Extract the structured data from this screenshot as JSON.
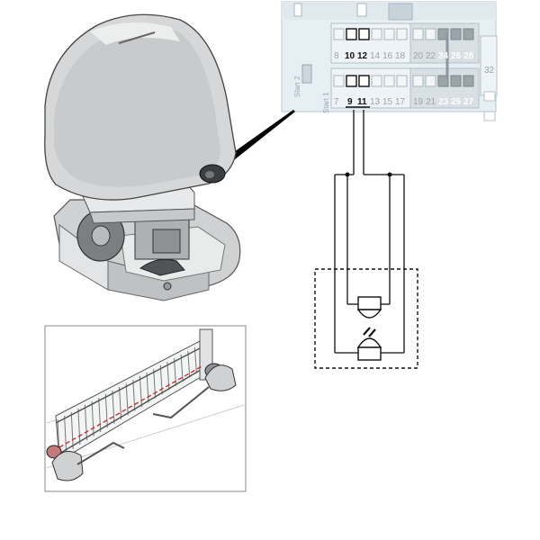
{
  "terminal_board": {
    "upper_row": [
      "8",
      "10",
      "12",
      "14",
      "16",
      "18",
      "20",
      "22",
      "24",
      "26",
      "28"
    ],
    "lower_row": [
      "7",
      "9",
      "11",
      "13",
      "15",
      "17",
      "19",
      "21",
      "23",
      "25",
      "27"
    ],
    "side_labels": [
      "Start 2",
      "Start 1"
    ],
    "right_fragment": "32",
    "highlighted_terminals": [
      "9",
      "11"
    ]
  },
  "colors": {
    "board_fill": "#e4eef3",
    "terminal_fill": "#f3f6f7",
    "highlight_terminal": "#ffffff",
    "dark_terminal": "#9aa4a9",
    "motor_body": "#d4d6d8",
    "wire": "#111111",
    "beam": "#cc2222",
    "dashed_box": "#111111"
  },
  "components": {
    "motor_unit": "gate-operator-motor",
    "device_box": "photocell-pair",
    "receiver": "photocell-receiver-icon",
    "transmitter": "photocell-transmitter-icon",
    "scene": "swing-gate-installation"
  }
}
